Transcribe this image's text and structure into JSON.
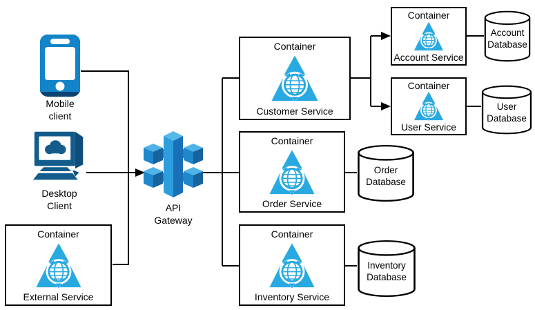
{
  "nodes": {
    "mobile_client": {
      "label": "Mobile client"
    },
    "desktop_client": {
      "label": "Desktop Client"
    },
    "api_gateway": {
      "label": "API Gateway"
    },
    "external_service": {
      "container_label": "Container",
      "name": "External Service"
    },
    "customer_service": {
      "container_label": "Container",
      "name": "Customer Service"
    },
    "order_service": {
      "container_label": "Container",
      "name": "Order Service"
    },
    "inventory_service": {
      "container_label": "Container",
      "name": "Inventory Service"
    },
    "account_service": {
      "container_label": "Container",
      "name": "Account Service"
    },
    "user_service": {
      "container_label": "Container",
      "name": "User Service"
    },
    "account_database": {
      "label": "Account Database"
    },
    "user_database": {
      "label": "User Database"
    },
    "order_database": {
      "label": "Order Database"
    },
    "inventory_database": {
      "label": "Inventory Database"
    }
  },
  "icons": {
    "mobile": "smartphone-icon",
    "desktop": "desktop-computer-cloud-icon",
    "gateway": "api-gateway-3d-icon",
    "service": "web-service-triangle-globe-icon",
    "database": "database-cylinder-icon"
  },
  "colors": {
    "service_icon_blue": "#29A9E1",
    "mobile_blue": "#1284C7",
    "mobile_dark": "#0C4373",
    "desktop_blue": "#135C8C",
    "gateway_light": "#4FB3E8",
    "gateway_mid": "#1F87CC",
    "gateway_dark": "#17639F",
    "connector": "#000000",
    "background": "#FFFFFF"
  }
}
